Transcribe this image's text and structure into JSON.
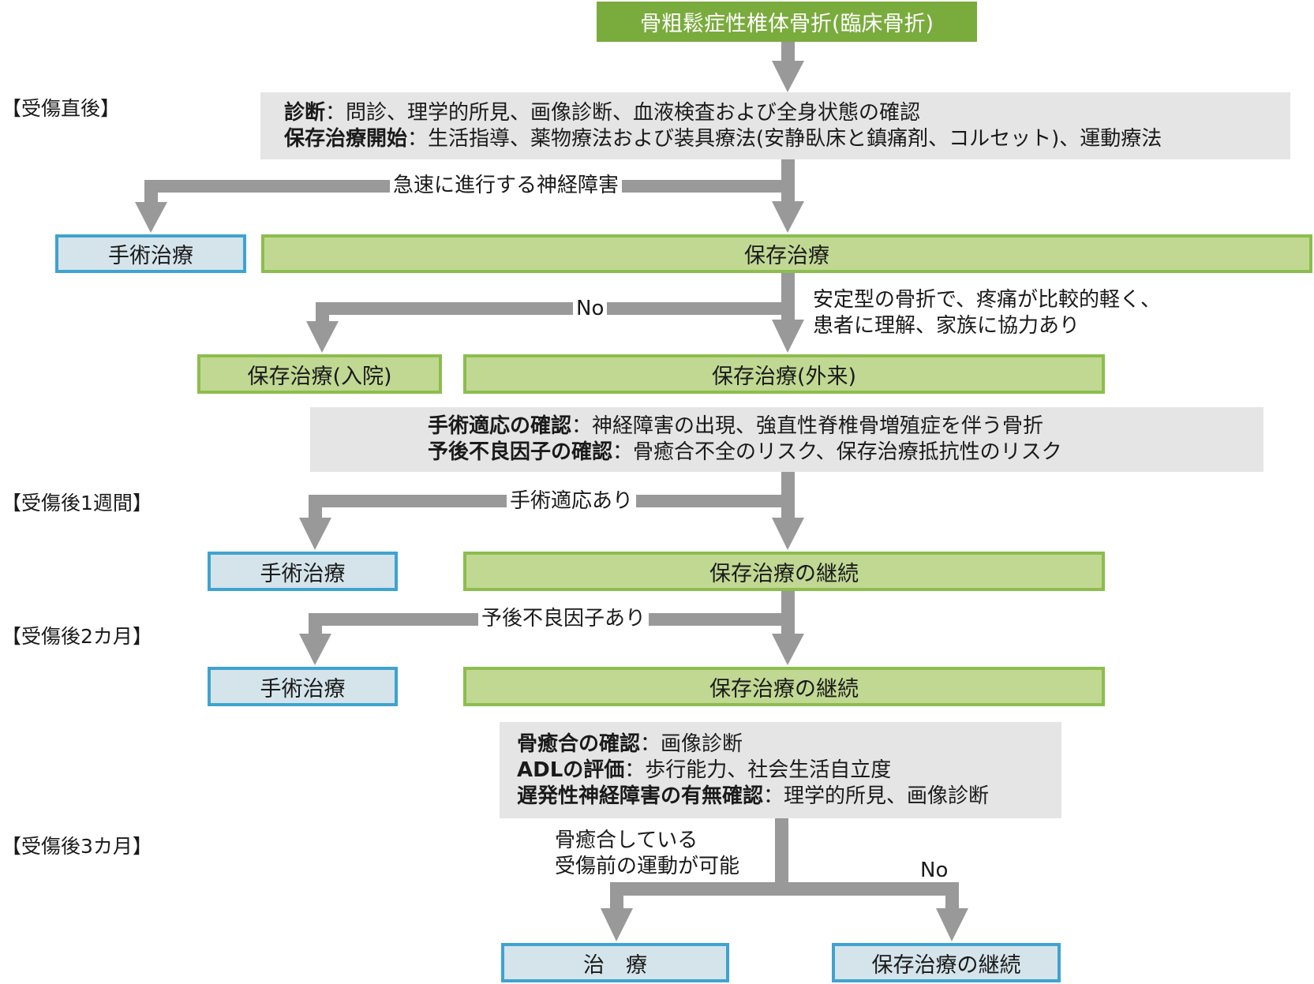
{
  "title": "骨粗鬆症性椎体骨折(臨床骨折)",
  "colors": {
    "title_fill": "#7aab3d",
    "green_fill": "#c1d893",
    "green_border": "#8cbd4e",
    "blue_fill": "#d5e4eb",
    "blue_border": "#3fa3cf",
    "gray_fill": "#e5e5e5",
    "arrow": "#999999"
  },
  "stages": {
    "immediate": "【受傷直後】",
    "week1": "【受傷後1週間】",
    "month2": "【受傷後2カ月】",
    "month3": "【受傷後3カ月】"
  },
  "assessment1": {
    "line1_bold": "診断",
    "line1_text": "：問診、理学的所見、画像診断、血液検査および全身状態の確認",
    "line2_bold": "保存治療開始",
    "line2_text": "：生活指導、薬物療法および装具療法(安静臥床と鎮痛剤、コルセット)、運動療法"
  },
  "branch1": {
    "condition": "急速に進行する神経障害",
    "surgery": "手術治療",
    "conservative": "保存治療"
  },
  "branch2": {
    "no_label": "No",
    "condition_line1": "安定型の骨折で、疼痛が比較的軽く、",
    "condition_line2": "患者に理解、家族に協力あり",
    "inpatient": "保存治療(入院)",
    "outpatient": "保存治療(外来)"
  },
  "assessment2": {
    "line1_bold": "手術適応の確認",
    "line1_text": "：神経障害の出現、強直性脊椎骨増殖症を伴う骨折",
    "line2_bold": "予後不良因子の確認",
    "line2_text": "：骨癒合不全のリスク、保存治療抵抗性のリスク"
  },
  "branch3": {
    "condition": "手術適応あり",
    "surgery": "手術治療",
    "continue": "保存治療の継続"
  },
  "branch4": {
    "condition": "予後不良因子あり",
    "surgery": "手術治療",
    "continue": "保存治療の継続"
  },
  "assessment3": {
    "line1_bold": "骨癒合の確認",
    "line1_text": "：画像診断",
    "line2_bold": "ADLの評価",
    "line2_text": "：歩行能力、社会生活自立度",
    "line3_bold": "遅発性神経障害の有無確認",
    "line3_text": "：理学的所見、画像診断"
  },
  "branch5": {
    "yes_line1": "骨癒合している",
    "yes_line2": "受傷前の運動が可能",
    "no_label": "No",
    "cure": "治　療",
    "continue": "保存治療の継続"
  }
}
